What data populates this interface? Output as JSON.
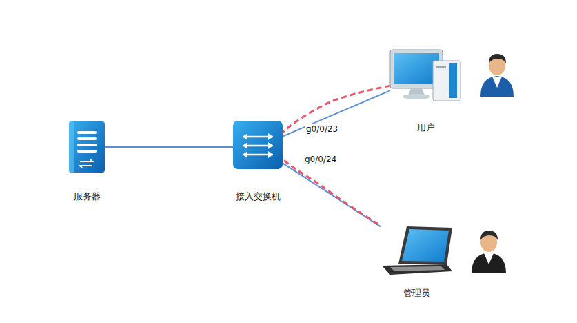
{
  "diagram": {
    "nodes": [
      {
        "text": [
          "服务器"
        ]
      },
      {
        "text": [
          "接入交换机"
        ]
      },
      {
        "text": [
          "用户"
        ]
      },
      {
        "text": [
          "管理员"
        ]
      }
    ],
    "edges": [
      {
        "from": 0,
        "to": 1,
        "arrow": "none"
      },
      {
        "from": 1,
        "to": 2,
        "label": "g0/0/23",
        "arrow": "none"
      },
      {
        "from": 1,
        "to": 3,
        "label": "g0/0/24",
        "arrow": "none"
      },
      {
        "from": 2,
        "to": 3,
        "arrow": "none"
      }
    ]
  }
}
